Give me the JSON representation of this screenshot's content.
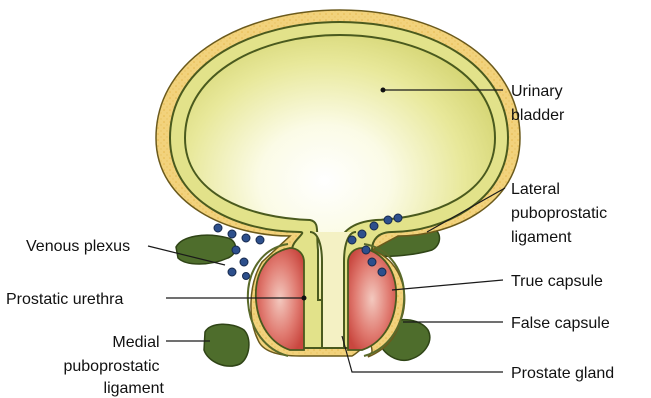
{
  "labels": {
    "urinary_bladder": [
      "Urinary",
      "bladder"
    ],
    "lateral_puboprostatic": [
      "Lateral",
      "puboprostatic",
      "ligament"
    ],
    "venous_plexus": "Venous plexus",
    "true_capsule": "True capsule",
    "prostatic_urethra": "Prostatic urethra",
    "false_capsule": "False capsule",
    "medial_puboprostatic": [
      "Medial",
      "puboprostatic",
      "ligament"
    ],
    "prostate_gland": "Prostate gland"
  },
  "colors": {
    "fat_layer": "#f2d27c",
    "bladder_wall": "#e2e28a",
    "wall_outline": "#4a5a1e",
    "lumen_center": "#ffffff",
    "prostate_red": "#d9645e",
    "ligament_green": "#4e6d2c",
    "vein_blue": "#2d4f8c",
    "text": "#111111"
  }
}
